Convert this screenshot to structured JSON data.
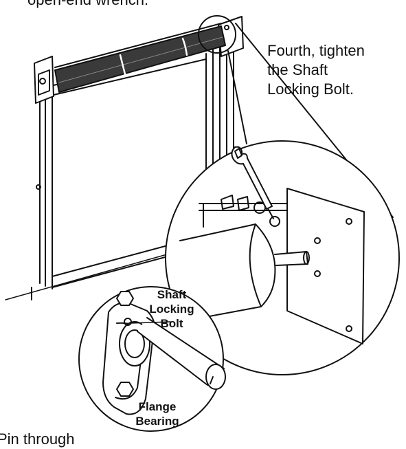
{
  "header_fragment": "open-end wrench.",
  "footer_fragment": "Pin through",
  "step_instruction": {
    "line1": "Fourth, tighten",
    "line2": "the Shaft",
    "line3": "Locking Bolt."
  },
  "labels": {
    "shaft_locking_bolt": {
      "line1": "Shaft",
      "line2": "Locking",
      "line3": "Bolt"
    },
    "flange_bearing": {
      "line1": "Flange",
      "line2": "Bearing"
    }
  },
  "colors": {
    "ink": "#111111",
    "roller": "#3a3a3a",
    "paper": "#ffffff"
  },
  "icons": [
    "wrench-icon",
    "hex-bolt-icon"
  ]
}
